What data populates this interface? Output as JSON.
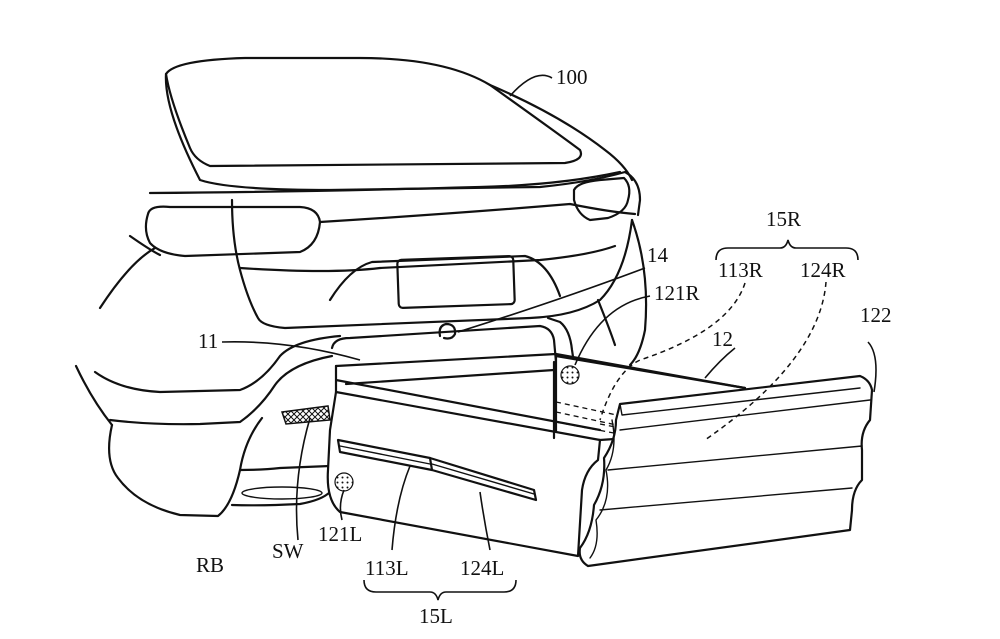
{
  "figure": {
    "labels": {
      "vehicle": "100",
      "hook": "14",
      "group_right": "15R",
      "rail_right": "113R",
      "slide_right": "124R",
      "lamp_right": "121R",
      "box_body": "12",
      "box_door": "122",
      "opening": "11",
      "bumper": "RB",
      "switch": "SW",
      "lamp_left": "121L",
      "rail_left": "113L",
      "slide_left": "124L",
      "group_left": "15L"
    },
    "colors": {
      "line": "#111111",
      "background": "#ffffff"
    }
  }
}
